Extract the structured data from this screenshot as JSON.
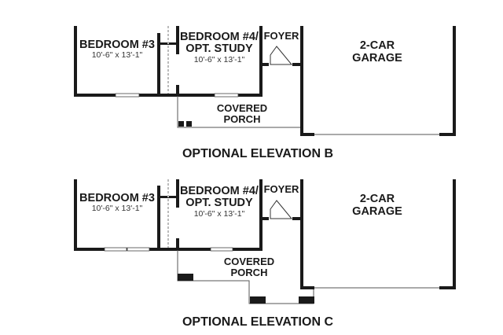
{
  "plans": [
    {
      "caption": "OPTIONAL ELEVATION B",
      "rooms": {
        "bedroom3": {
          "name": "BEDROOM #3",
          "dims": "10'-6\" x 13'-1\""
        },
        "bedroom4": {
          "name_line1": "BEDROOM #4/",
          "name_line2": "OPT. STUDY",
          "dims": "10'-6\" x 13'-1\""
        },
        "foyer": {
          "name": "FOYER"
        },
        "garage": {
          "name_line1": "2-CAR",
          "name_line2": "GARAGE"
        },
        "porch": {
          "name_line1": "COVERED",
          "name_line2": "PORCH"
        }
      }
    },
    {
      "caption": "OPTIONAL ELEVATION C",
      "rooms": {
        "bedroom3": {
          "name": "BEDROOM #3",
          "dims": "10'-6\" x 13'-1\""
        },
        "bedroom4": {
          "name_line1": "BEDROOM #4/",
          "name_line2": "OPT. STUDY",
          "dims": "10'-6\" x 13'-1\""
        },
        "foyer": {
          "name": "FOYER"
        },
        "garage": {
          "name_line1": "2-CAR",
          "name_line2": "GARAGE"
        },
        "porch": {
          "name_line1": "COVERED",
          "name_line2": "PORCH"
        }
      }
    }
  ]
}
